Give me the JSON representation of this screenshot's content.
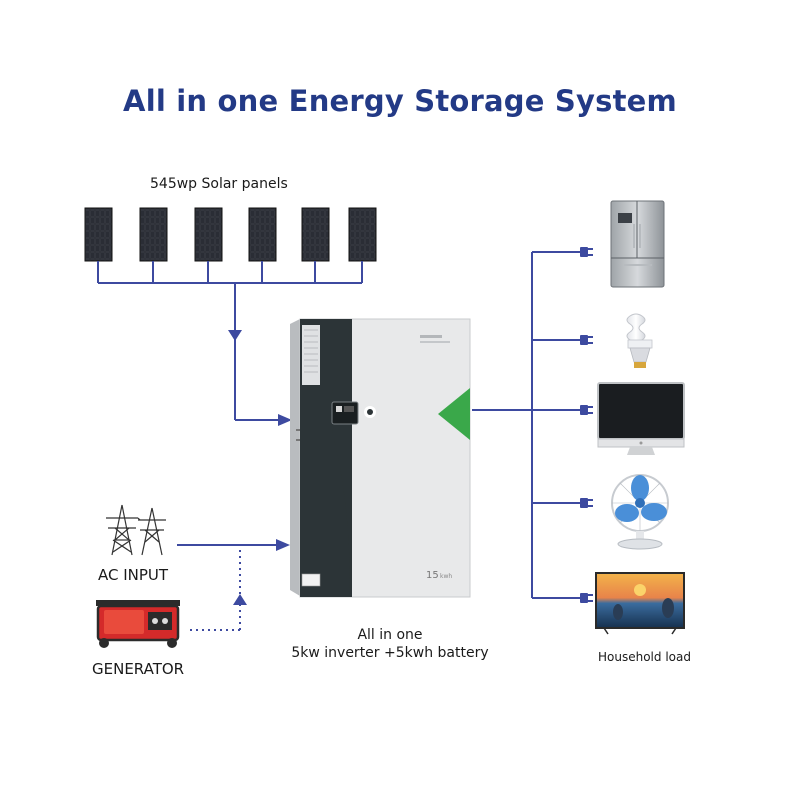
{
  "title": "All in one Energy Storage System",
  "solar": {
    "label": "545wp Solar panels",
    "panel_count": 6
  },
  "ac_input": {
    "label": "AC INPUT"
  },
  "generator": {
    "label": "GENERATOR"
  },
  "system": {
    "line1": "All in one",
    "line2": "5kw inverter +5kwh battery",
    "unit_badge": "15",
    "unit_badge_suffix": "kwh"
  },
  "loads": {
    "label": "Household load",
    "items": [
      "refrigerator",
      "light-bulb",
      "computer-monitor",
      "desk-fan",
      "television"
    ]
  },
  "colors": {
    "title": "#233a86",
    "line": "#3d4aa0",
    "cabinet_dark": "#2c3437",
    "cabinet_light": "#e8e9ea",
    "accent_green": "#3aa84a",
    "generator_red": "#d42a2a"
  }
}
